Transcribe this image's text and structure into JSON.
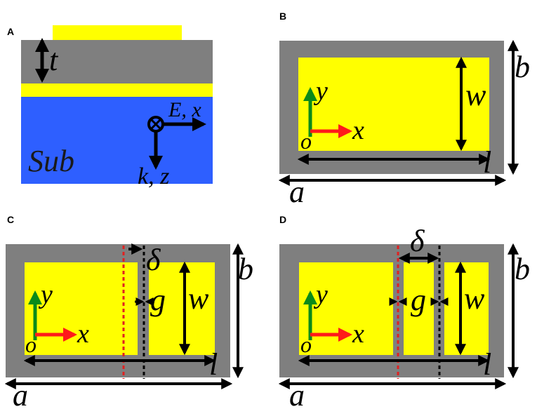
{
  "panels": {
    "A": {
      "letter": "A",
      "labels": {
        "t": "t",
        "sub": "Sub",
        "ex": "E, x",
        "kz": "k, z"
      }
    },
    "B": {
      "letter": "B",
      "labels": {
        "y": "y",
        "x": "x",
        "o": "o",
        "w": "w",
        "b": "b",
        "l": "l",
        "a": "a"
      }
    },
    "C": {
      "letter": "C",
      "labels": {
        "y": "y",
        "x": "x",
        "o": "o",
        "w": "w",
        "b": "b",
        "l": "l",
        "a": "a",
        "g": "g",
        "delta": "δ"
      }
    },
    "D": {
      "letter": "D",
      "labels": {
        "y": "y",
        "x": "x",
        "o": "o",
        "w": "w",
        "b": "b",
        "l": "l",
        "a": "a",
        "g": "g",
        "delta": "δ"
      }
    }
  },
  "colors": {
    "metal": "#ffff00",
    "dielectric": "#7f7f7f",
    "substrate": "#2e5fff",
    "axis_x": "#ff1a1a",
    "axis_y": "#0a8a1a",
    "offset_line": "#e02020"
  }
}
